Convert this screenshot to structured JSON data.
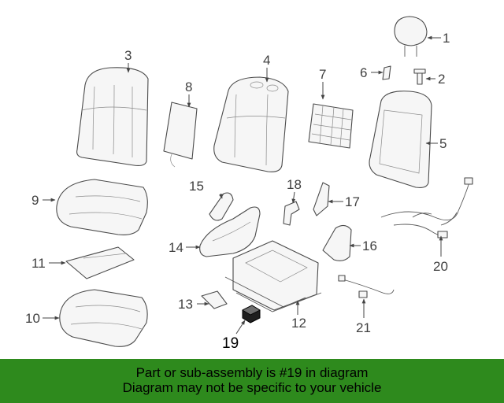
{
  "callouts": [
    {
      "id": "1",
      "label": "1"
    },
    {
      "id": "2",
      "label": "2"
    },
    {
      "id": "3",
      "label": "3"
    },
    {
      "id": "4",
      "label": "4"
    },
    {
      "id": "5",
      "label": "5"
    },
    {
      "id": "6",
      "label": "6"
    },
    {
      "id": "7",
      "label": "7"
    },
    {
      "id": "8",
      "label": "8"
    },
    {
      "id": "9",
      "label": "9"
    },
    {
      "id": "10",
      "label": "10"
    },
    {
      "id": "11",
      "label": "11"
    },
    {
      "id": "12",
      "label": "12"
    },
    {
      "id": "13",
      "label": "13"
    },
    {
      "id": "14",
      "label": "14"
    },
    {
      "id": "15",
      "label": "15"
    },
    {
      "id": "16",
      "label": "16"
    },
    {
      "id": "17",
      "label": "17"
    },
    {
      "id": "18",
      "label": "18"
    },
    {
      "id": "19",
      "label": "19"
    },
    {
      "id": "20",
      "label": "20"
    },
    {
      "id": "21",
      "label": "21"
    }
  ],
  "highlight_part": "19",
  "footer": {
    "line1": "Part or sub-assembly is #19 in diagram",
    "line2": "Diagram may not be specific to your vehicle",
    "background": "#2e8a1d"
  },
  "colors": {
    "part_stroke": "#4a4a4a",
    "highlight_fill": "#1f1f1f"
  }
}
